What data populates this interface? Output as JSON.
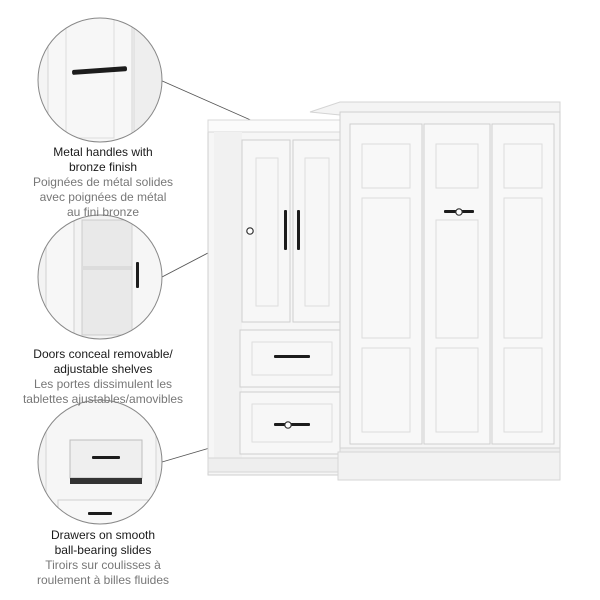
{
  "features": [
    {
      "en_line1": "Metal handles with",
      "en_line2": "bronze finish",
      "fr_line1": "Poignées de métal solides",
      "fr_line2": "avec poignées de métal",
      "fr_line3": "au fini bronze"
    },
    {
      "en_line1": "Doors conceal removable/",
      "en_line2": "adjustable shelves",
      "fr_line1": "Les portes dissimulent les",
      "fr_line2": "tablettes ajustables/amovibles"
    },
    {
      "en_line1": "Drawers on smooth",
      "en_line2": "ball-bearing slides",
      "fr_line1": "Tiroirs sur coulisses à",
      "fr_line2": "roulement à billes fluides"
    }
  ],
  "colors": {
    "cabinet_white": "#f6f6f6",
    "panel_shadow": "#dcdcdc",
    "handle_black": "#1c1c1c",
    "leader_line": "#555555",
    "english_text": "#1a1a1a",
    "french_text": "#777777"
  }
}
